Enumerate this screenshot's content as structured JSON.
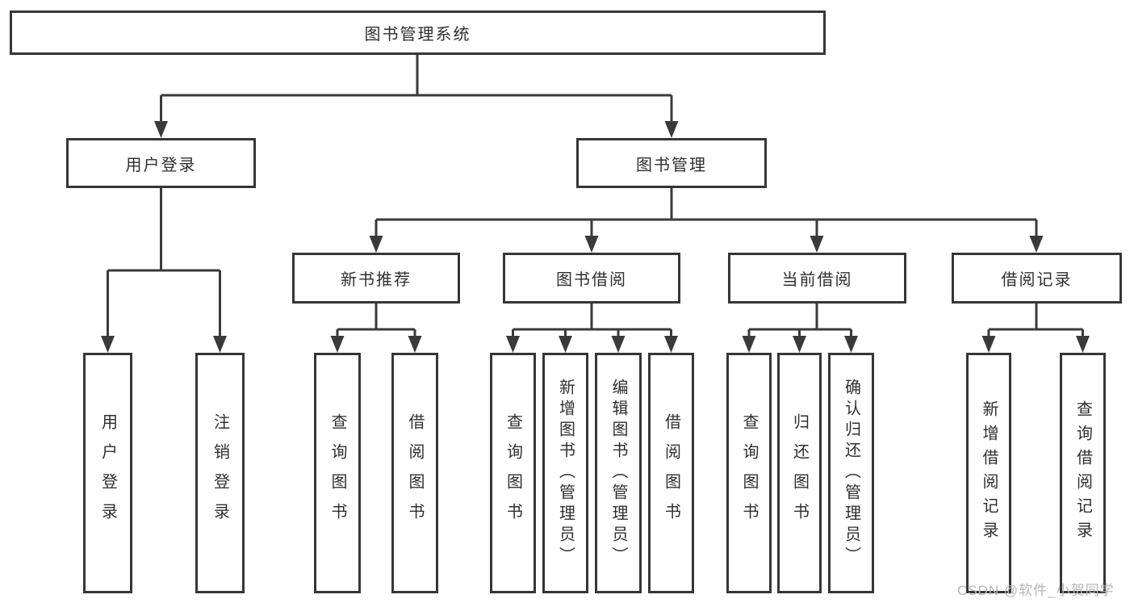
{
  "diagram": {
    "title": "图书管理系统",
    "type": "hierarchy-tree"
  },
  "nodes": {
    "root": "图书管理系统",
    "user_login": "用户登录",
    "book_mgmt": "图书管理",
    "new_book_rec": "新书推荐",
    "book_borrow": "图书借阅",
    "current_borrow": "当前借阅",
    "borrow_record": "借阅记录",
    "leaves": {
      "user_login": "用户登录",
      "logout": "注销登录",
      "rec_query_book": "查询图书",
      "rec_borrow_book": "借阅图书",
      "bb_query_book": "查询图书",
      "bb_add_book": "新增图书（管理员）",
      "bb_edit_book": "编辑图书（管理员）",
      "bb_borrow_book": "借阅图书",
      "cb_query_book": "查询图书",
      "cb_return_book": "归还图书",
      "cb_confirm_return": "确认归还（管理员）",
      "br_add_record": "新增借阅记录",
      "br_query_record": "查询借阅记录"
    }
  },
  "hierarchy": {
    "图书管理系统": {
      "用户登录": [
        "用户登录",
        "注销登录"
      ],
      "图书管理": {
        "新书推荐": [
          "查询图书",
          "借阅图书"
        ],
        "图书借阅": [
          "查询图书",
          "新增图书（管理员）",
          "编辑图书（管理员）",
          "借阅图书"
        ],
        "当前借阅": [
          "查询图书",
          "归还图书",
          "确认归还（管理员）"
        ],
        "借阅记录": [
          "新增借阅记录",
          "查询借阅记录"
        ]
      }
    }
  },
  "watermark": {
    "text": "CSDN @软件_小贺同学"
  },
  "colors": {
    "background": "#ffffff",
    "line": "#3a3a3a",
    "box_border": "#363636",
    "text": "#2f2f2f",
    "watermark": "#b5b5b5"
  }
}
